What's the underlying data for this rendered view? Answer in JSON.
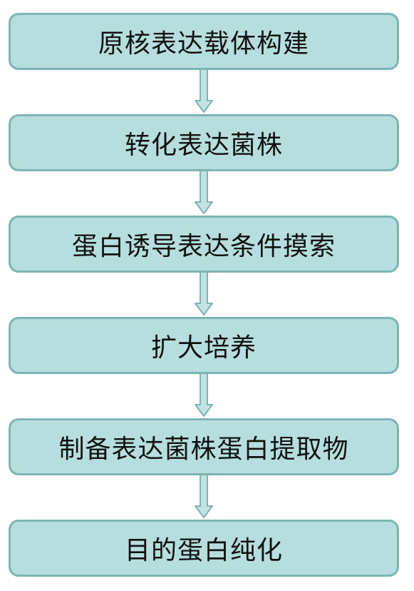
{
  "colors": {
    "box_fill": "#b7dede",
    "box_border": "#7fb3b3",
    "arrow_fill": "#c3e2e2",
    "arrow_stroke": "#7fb3b3",
    "text": "#111111"
  },
  "steps": [
    {
      "label": "原核表达载体构建"
    },
    {
      "label": "转化表达菌株"
    },
    {
      "label": "蛋白诱导表达条件摸索"
    },
    {
      "label": "扩大培养"
    },
    {
      "label": "制备表达菌株蛋白提取物"
    },
    {
      "label": "目的蛋白纯化"
    }
  ]
}
